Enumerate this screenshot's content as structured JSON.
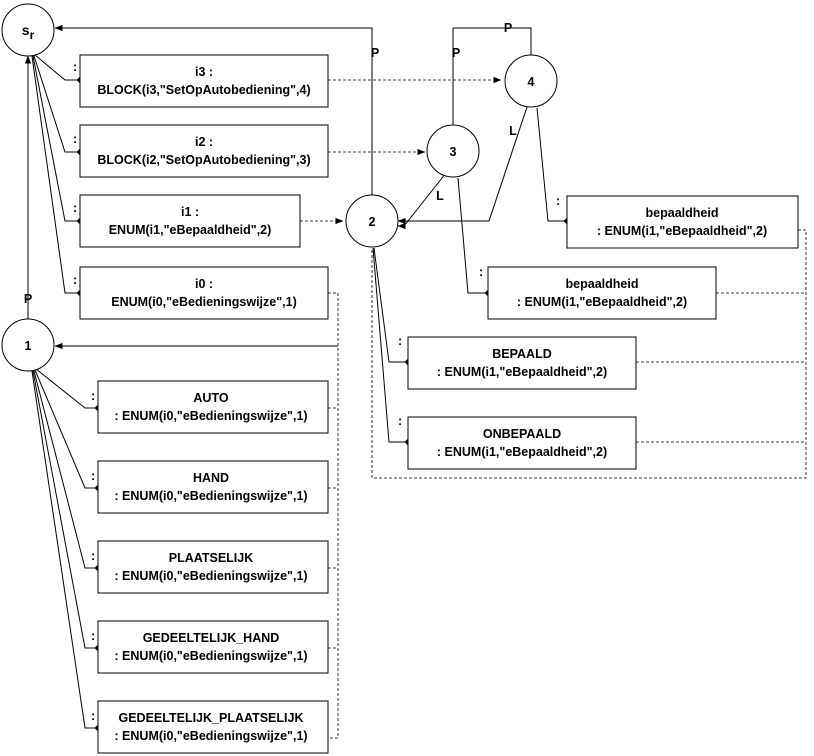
{
  "nodes": {
    "sr": {
      "main": "s",
      "sub": "r"
    },
    "n1": "1",
    "n2": "2",
    "n3": "3",
    "n4": "4"
  },
  "edge_labels": {
    "p_1_sr": "P",
    "p_2_sr": "P",
    "p_3_sr": "P",
    "p_4_sr": "P",
    "l_3_2": "L",
    "l_4_2": "L"
  },
  "connector_colon": ":",
  "boxes": {
    "i3": {
      "line1": "i3 :",
      "line2": "BLOCK(i3,\"SetOpAutobediening\",4)"
    },
    "i2": {
      "line1": "i2 :",
      "line2": "BLOCK(i2,\"SetOpAutobediening\",3)"
    },
    "i1": {
      "line1": "i1 :",
      "line2": "ENUM(i1,\"eBepaaldheid\",2)"
    },
    "i0": {
      "line1": "i0 :",
      "line2": "ENUM(i0,\"eBedieningswijze\",1)"
    },
    "bepaaldheid_4": {
      "line1": "bepaaldheid",
      "line2": ": ENUM(i1,\"eBepaaldheid\",2)"
    },
    "bepaaldheid_3": {
      "line1": "bepaaldheid",
      "line2": ": ENUM(i1,\"eBepaaldheid\",2)"
    },
    "bepaald": {
      "line1": "BEPAALD",
      "line2": ": ENUM(i1,\"eBepaaldheid\",2)"
    },
    "onbepaald": {
      "line1": "ONBEPAALD",
      "line2": ": ENUM(i1,\"eBepaaldheid\",2)"
    },
    "auto": {
      "line1": "AUTO",
      "line2": ": ENUM(i0,\"eBedieningswijze\",1)"
    },
    "hand": {
      "line1": "HAND",
      "line2": ": ENUM(i0,\"eBedieningswijze\",1)"
    },
    "plaatselijk": {
      "line1": "PLAATSELIJK",
      "line2": ": ENUM(i0,\"eBedieningswijze\",1)"
    },
    "gedeeltelijk_hand": {
      "line1": "GEDEELTELIJK_HAND",
      "line2": ": ENUM(i0,\"eBedieningswijze\",1)"
    },
    "gedeeltelijk_plaatselijk": {
      "line1": "GEDEELTELIJK_PLAATSELIJK",
      "line2": ": ENUM(i0,\"eBedieningswijze\",1)"
    }
  }
}
